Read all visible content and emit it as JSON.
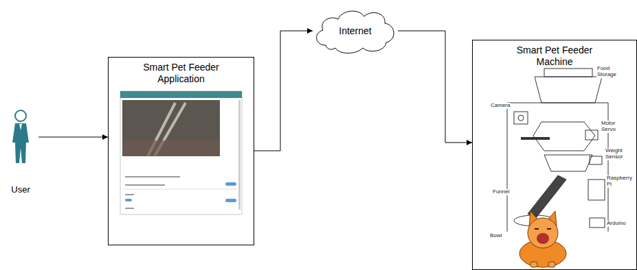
{
  "diagram": {
    "nodes": [
      {
        "text": [
          "User"
        ]
      },
      {
        "text": [
          "Smart Pet Feeder Application"
        ]
      },
      {
        "text": [
          "Internet"
        ]
      },
      {
        "text": [
          "Smart Pet Feeder Machine"
        ]
      }
    ],
    "edges": [
      {
        "from": 0,
        "to": 1,
        "arrow": "to"
      },
      {
        "from": 1,
        "to": 2,
        "arrow": "to"
      },
      {
        "from": 2,
        "to": 3,
        "arrow": "to"
      }
    ],
    "labels": [
      "Food Storage",
      "Camera",
      "Motor Servo",
      "Weight Sensor",
      "Raspberry Pi",
      "Funnel",
      "Bowl",
      "Arduino"
    ]
  }
}
